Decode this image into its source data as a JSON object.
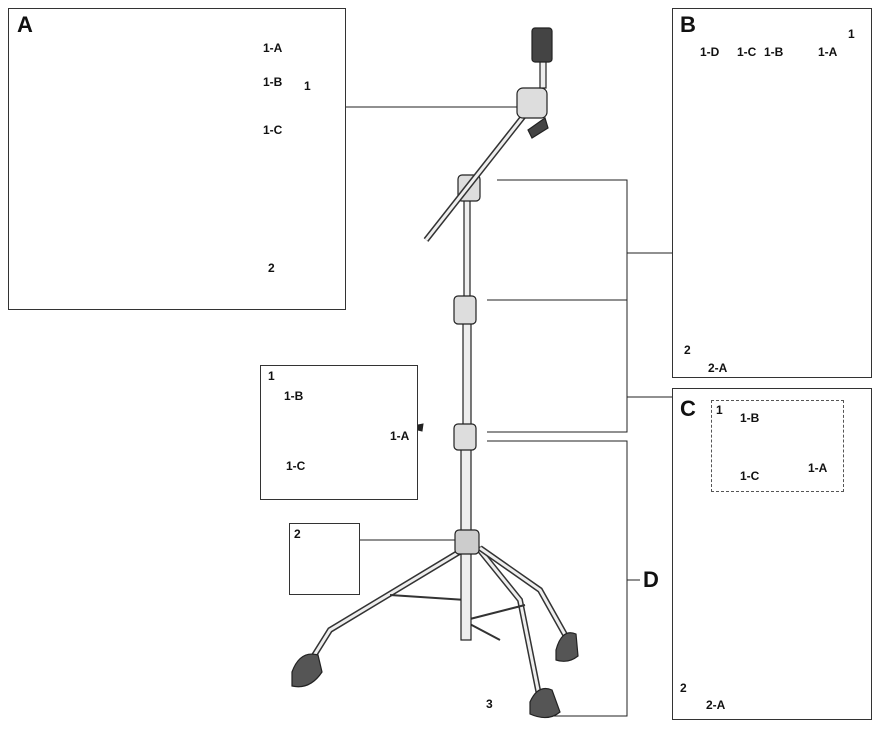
{
  "panels": {
    "A": {
      "letter": "A",
      "labels": {
        "l1A": "1-A",
        "l1B": "1-B",
        "l1C": "1-C",
        "l1": "1",
        "l2": "2"
      }
    },
    "B": {
      "letter": "B",
      "labels": {
        "l1": "1",
        "l1D": "1-D",
        "l1C": "1-C",
        "l1B": "1-B",
        "l1A": "1-A",
        "l2": "2",
        "l2A": "2-A"
      }
    },
    "C": {
      "letter": "C",
      "labels": {
        "l1": "1",
        "l1B": "1-B",
        "l1C": "1-C",
        "l1A": "1-A",
        "l2": "2",
        "l2A": "2-A"
      }
    },
    "clamp": {
      "labels": {
        "l1": "1",
        "l1B": "1-B",
        "l1A": "1-A",
        "l1C": "1-C"
      }
    },
    "knob": {
      "labels": {
        "l2": "2"
      }
    }
  },
  "stand": {
    "letter": "D",
    "foot_label": "3"
  },
  "colors": {
    "line": "#222222",
    "metal": "#e8e8e8",
    "dark": "#3a3a3a",
    "rubber": "#555555"
  }
}
